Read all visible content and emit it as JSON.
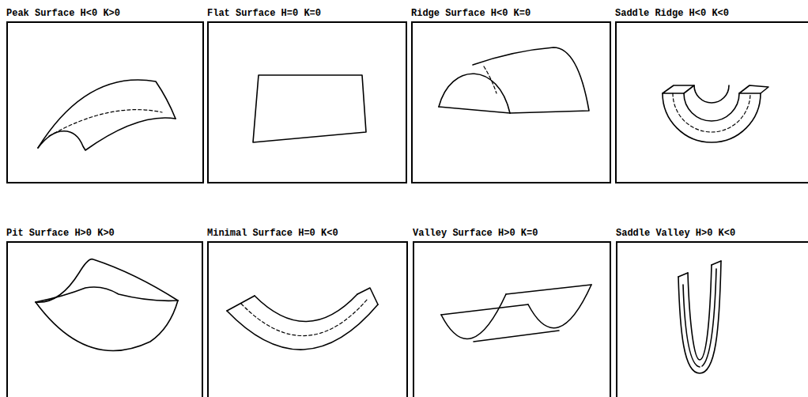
{
  "diagram": {
    "nodes": [
      {
        "text": [
          "Peak Surface H<0 K>0"
        ]
      },
      {
        "text": [
          "Flat Surface H=0 K=0"
        ]
      },
      {
        "text": [
          "Ridge Surface H<0 K=0"
        ]
      },
      {
        "text": [
          "Saddle Ridge H<0 K<0"
        ]
      },
      {
        "text": [
          "Pit Surface H>0 K>0"
        ]
      },
      {
        "text": [
          "Minimal Surface H=0 K<0"
        ]
      },
      {
        "text": [
          "Valley Surface H>0 K=0"
        ]
      },
      {
        "text": [
          "Saddle Valley H>0 K<0"
        ]
      }
    ]
  }
}
